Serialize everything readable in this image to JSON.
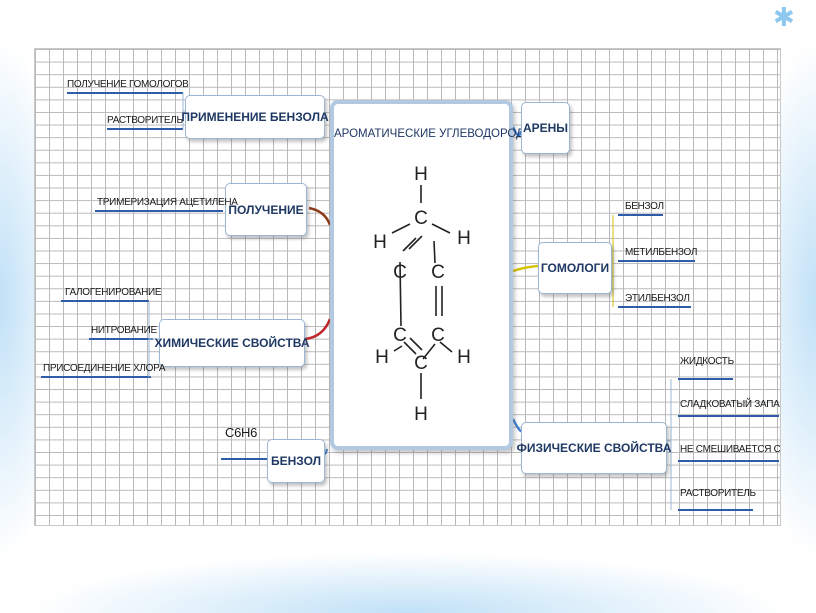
{
  "center": {
    "title": "АРОМАТИЧЕСКИЕ УГЛЕВОДОРОДЫ"
  },
  "molecule": {
    "C": "C",
    "H": "H"
  },
  "nodes": {
    "primenenie": {
      "label": "ПРИМЕНЕНИЕ БЕНЗОЛА",
      "children": [
        "ПОЛУЧЕНИЕ ГОМОЛОГОВ",
        "РАСТВОРИТЕЛЬ"
      ]
    },
    "poluchenie": {
      "label": "ПОЛУЧЕНИЕ",
      "children": [
        "ТРИМЕРИЗАЦИЯ АЦЕТИЛЕНА"
      ]
    },
    "khim": {
      "label": "ХИМИЧЕСКИЕ СВОЙСТВА",
      "children": [
        "ГАЛОГЕНИРОВАНИЕ",
        "НИТРОВАНИЕ",
        "ПРИСОЕДИНЕНИЕ ХЛОРА"
      ]
    },
    "benzol": {
      "label": "БЕНЗОЛ",
      "children": [
        "C6H6"
      ]
    },
    "areny": {
      "label": "АРЕНЫ"
    },
    "gomologi": {
      "label": "ГОМОЛОГИ",
      "children": [
        "БЕНЗОЛ",
        "МЕТИЛБЕНЗОЛ",
        "ЭТИЛБЕНЗОЛ"
      ]
    },
    "fiz": {
      "label": "ФИЗИЧЕСКИЕ СВОЙСТВА",
      "children": [
        "ЖИДКОСТЬ",
        "СЛАДКОВАТЫЙ ЗАПАХ",
        "НЕ СМЕШИВАЕТСЯ С ВОДОЙ",
        "РАСТВОРИТЕЛЬ"
      ]
    }
  },
  "colors": {
    "node_border": "#9bb7d4",
    "node_text": "#1f3864",
    "underline": "#2e5cab",
    "link_brown": "#8b3a1a",
    "link_red": "#c0282d",
    "link_blue": "#3f7fd0",
    "link_yellow": "#d4c200"
  }
}
